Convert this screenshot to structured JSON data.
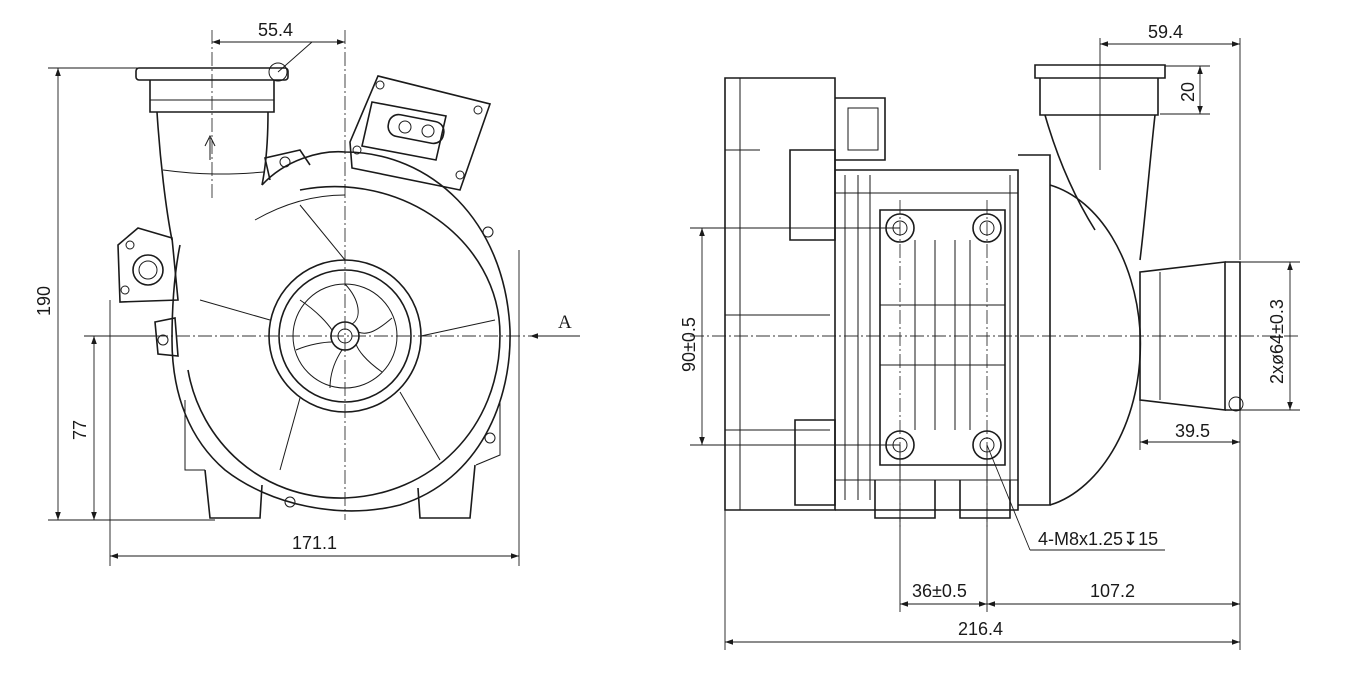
{
  "front_view": {
    "dims": {
      "top_offset": "55.4",
      "height": "190",
      "center_height": "77",
      "width": "171.1"
    },
    "view_label": "A"
  },
  "side_view": {
    "dims": {
      "top_offset": "59.4",
      "flange_height": "20",
      "hole_spacing_v": "90±0.5",
      "outlet_diameter": "2xø64±0.3",
      "outlet_offset": "39.5",
      "thread_callout": "4-M8x1.25↧15",
      "hole_spacing_h": "36±0.5",
      "hole_to_end": "107.2",
      "overall_length": "216.4"
    }
  }
}
